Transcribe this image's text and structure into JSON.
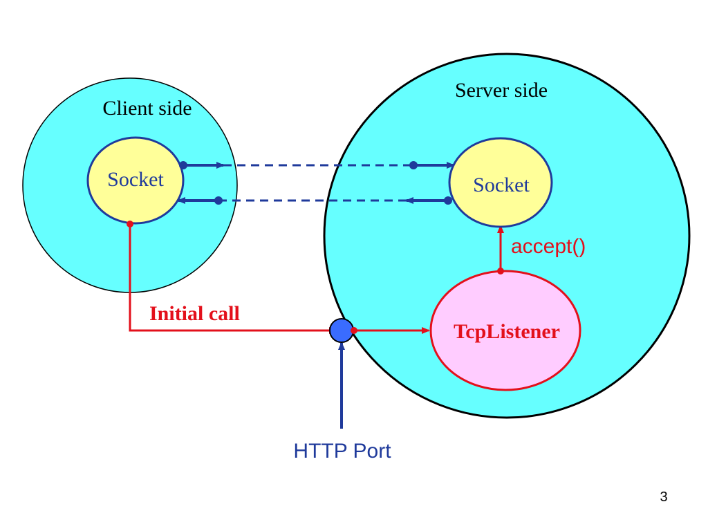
{
  "diagram": {
    "client": {
      "label": "Client side",
      "socket_label": "Socket"
    },
    "server": {
      "label": "Server side",
      "socket_label": "Socket",
      "listener_label": "TcpListener"
    },
    "edges": {
      "initial_call_label": "Initial call",
      "accept_label": "accept()",
      "http_port_label": "HTTP Port"
    },
    "colors": {
      "region_fill": "#66ffff",
      "socket_fill": "#ffff99",
      "listener_fill": "#ffccff",
      "blue": "#1f3a9b",
      "red": "#e3101b",
      "port_fill": "#3a6cff",
      "black": "#000000"
    }
  },
  "page_number": "3"
}
